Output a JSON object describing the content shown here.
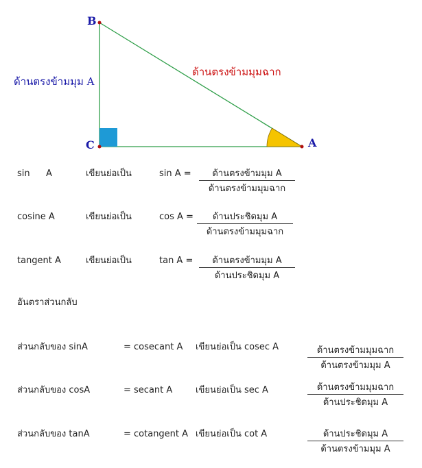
{
  "diagram": {
    "vertex_a": "A",
    "vertex_b": "B",
    "vertex_c": "C",
    "side_opposite_a": "ด้านตรงข้ามมุม A",
    "hypotenuse": "ด้านตรงข้ามมุมฉาก",
    "colors": {
      "lines": "#2e9e48",
      "right_angle": "#1e9ad6",
      "angle_a": "#f5c400",
      "hypotenuse_label": "#cc1111",
      "side_label": "#1a1aa8",
      "vertex_label": "#1a1aa8"
    }
  },
  "ratios": [
    {
      "name": "sin",
      "var": "A",
      "abbr_label": "เขียนย่อเป็น",
      "expr": "sin A  =",
      "numerator": "ด้านตรงข้ามมุม A",
      "denominator": "ด้านตรงข้ามมุมฉาก"
    },
    {
      "name": "cosine A",
      "abbr_label": "เขียนย่อเป็น",
      "expr": "cos A =",
      "numerator": "ด้านประชิดมุม A",
      "denominator": "ด้านตรงข้ามมุมฉาก"
    },
    {
      "name": "tangent A",
      "abbr_label": "เขียนย่อเป็น",
      "expr": "tan A =",
      "numerator": "ด้านตรงข้ามมุม A",
      "denominator": "ด้านประชิดมุม A"
    }
  ],
  "reciprocal_heading": "อันตราส่วนกลับ",
  "reciprocals": [
    {
      "label": "ส่วนกลับของ sinA",
      "equals": "= cosecant A",
      "abbr": "เขียนย่อเป็น cosec A",
      "numerator": "ด้านตรงข้ามมุมฉาก",
      "denominator": "ด้านตรงข้ามมุม A"
    },
    {
      "label": "ส่วนกลับของ cosA",
      "equals": "= secant A",
      "abbr": "เขียนย่อเป็น sec A",
      "numerator": "ด้านตรงข้ามมุมฉาก",
      "denominator": "ด้านประชิดมุม A"
    },
    {
      "label": "ส่วนกลับของ tanA",
      "equals": "= cotangent A",
      "abbr": "เขียนย่อเป็น cot A",
      "numerator": "ด้านประชิดมุม A",
      "denominator": "ด้านตรงข้ามมุม A"
    }
  ]
}
